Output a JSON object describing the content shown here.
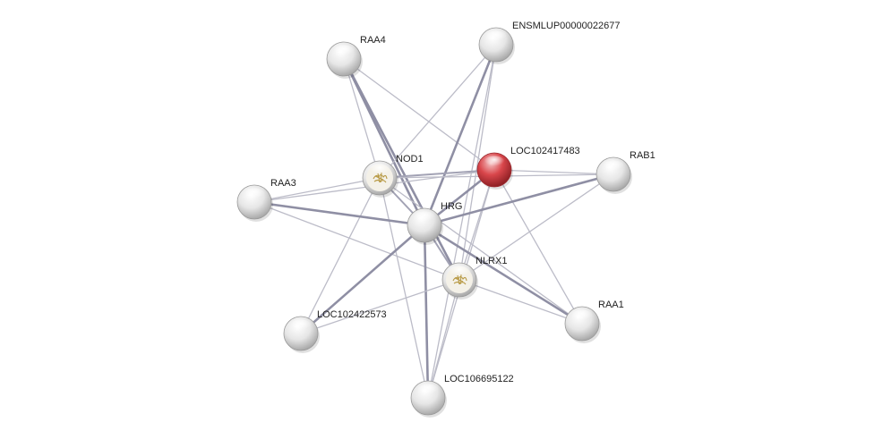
{
  "network": {
    "nodes": [
      {
        "id": "raa4",
        "label": "RAA4",
        "color": "#d9d9d9",
        "icon": "none"
      },
      {
        "id": "ensmlup",
        "label": "ENSMLUP00000022677",
        "color": "#d9d9d9",
        "icon": "none"
      },
      {
        "id": "loc102417483",
        "label": "LOC102417483",
        "color": "#d9464b",
        "icon": "none"
      },
      {
        "id": "rab1",
        "label": "RAB1",
        "color": "#d9d9d9",
        "icon": "none"
      },
      {
        "id": "nod1",
        "label": "NOD1",
        "color": "#d9d9d9",
        "icon": "protein-structure-icon"
      },
      {
        "id": "raa3",
        "label": "RAA3",
        "color": "#d9d9d9",
        "icon": "none"
      },
      {
        "id": "hrg",
        "label": "HRG",
        "color": "#d9d9d9",
        "icon": "none"
      },
      {
        "id": "nlrx1",
        "label": "NLRX1",
        "color": "#d9d9d9",
        "icon": "protein-structure-icon"
      },
      {
        "id": "raa1",
        "label": "RAA1",
        "color": "#d9d9d9",
        "icon": "none"
      },
      {
        "id": "loc102422573",
        "label": "LOC102422573",
        "color": "#d9d9d9",
        "icon": "none"
      },
      {
        "id": "loc106695122",
        "label": "LOC106695122",
        "color": "#d9d9d9",
        "icon": "none"
      }
    ],
    "edges": [
      {
        "source": "raa4",
        "target": "hrg",
        "strength": "strong"
      },
      {
        "source": "raa4",
        "target": "nlrx1",
        "strength": "strong"
      },
      {
        "source": "raa4",
        "target": "nod1",
        "strength": "weak"
      },
      {
        "source": "raa4",
        "target": "loc102417483",
        "strength": "weak"
      },
      {
        "source": "ensmlup",
        "target": "hrg",
        "strength": "strong"
      },
      {
        "source": "ensmlup",
        "target": "nod1",
        "strength": "weak"
      },
      {
        "source": "ensmlup",
        "target": "nlrx1",
        "strength": "weak"
      },
      {
        "source": "ensmlup",
        "target": "loc106695122",
        "strength": "weak"
      },
      {
        "source": "loc102417483",
        "target": "nod1",
        "strength": "medium"
      },
      {
        "source": "loc102417483",
        "target": "hrg",
        "strength": "strong"
      },
      {
        "source": "loc102417483",
        "target": "raa1",
        "strength": "weak"
      },
      {
        "source": "loc102417483",
        "target": "rab1",
        "strength": "weak"
      },
      {
        "source": "loc102417483",
        "target": "nlrx1",
        "strength": "weak"
      },
      {
        "source": "loc102417483",
        "target": "loc106695122",
        "strength": "weak"
      },
      {
        "source": "rab1",
        "target": "hrg",
        "strength": "strong"
      },
      {
        "source": "rab1",
        "target": "nod1",
        "strength": "weak"
      },
      {
        "source": "rab1",
        "target": "nlrx1",
        "strength": "weak"
      },
      {
        "source": "nod1",
        "target": "raa3",
        "strength": "weak"
      },
      {
        "source": "nod1",
        "target": "hrg",
        "strength": "medium"
      },
      {
        "source": "nod1",
        "target": "loc102422573",
        "strength": "weak"
      },
      {
        "source": "nod1",
        "target": "loc106695122",
        "strength": "weak"
      },
      {
        "source": "nod1",
        "target": "raa1",
        "strength": "weak"
      },
      {
        "source": "raa3",
        "target": "hrg",
        "strength": "strong"
      },
      {
        "source": "raa3",
        "target": "nlrx1",
        "strength": "weak"
      },
      {
        "source": "raa3",
        "target": "loc102417483",
        "strength": "weak"
      },
      {
        "source": "hrg",
        "target": "nlrx1",
        "strength": "medium"
      },
      {
        "source": "hrg",
        "target": "raa1",
        "strength": "strong"
      },
      {
        "source": "hrg",
        "target": "loc102422573",
        "strength": "strong"
      },
      {
        "source": "hrg",
        "target": "loc106695122",
        "strength": "strong"
      },
      {
        "source": "nlrx1",
        "target": "raa1",
        "strength": "weak"
      },
      {
        "source": "nlrx1",
        "target": "loc102422573",
        "strength": "weak"
      },
      {
        "source": "nlrx1",
        "target": "loc106695122",
        "strength": "weak"
      }
    ]
  }
}
